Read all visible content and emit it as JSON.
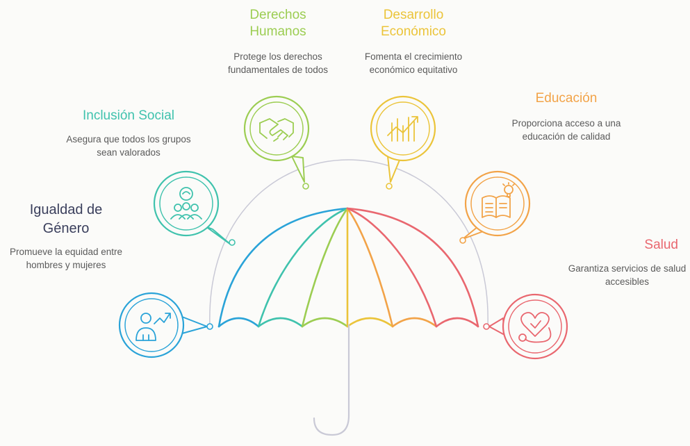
{
  "nodes": [
    {
      "id": "igualdad",
      "title": "Igualdad de Género",
      "description": "Promueve la equidad entre hombres y mujeres",
      "color": "#2aa3d8",
      "icon": "person-growth-icon"
    },
    {
      "id": "inclusion",
      "title": "Inclusión Social",
      "description": "Asegura que todos los grupos sean valorados",
      "color": "#3fc2ad",
      "icon": "community-group-icon"
    },
    {
      "id": "derechos",
      "title": "Derechos Humanos",
      "description": "Protege los derechos fundamentales de todos",
      "color": "#9ccd52",
      "icon": "handshake-icon"
    },
    {
      "id": "desarrollo",
      "title": "Desarrollo Económico",
      "description": "Fomenta el crecimiento económico equitativo",
      "color": "#ebc43a",
      "icon": "growth-chart-icon"
    },
    {
      "id": "educacion",
      "title": "Educación",
      "description": "Proporciona acceso a una educación de calidad",
      "color": "#f2a348",
      "icon": "book-lightbulb-icon"
    },
    {
      "id": "salud",
      "title": "Salud",
      "description": "Garantiza servicios de salud accesibles",
      "color": "#e9676f",
      "icon": "heart-stethoscope-icon"
    }
  ],
  "umbrella_colors": [
    "#2aa3d8",
    "#3fc2ad",
    "#9ccd52",
    "#ebc43a",
    "#f2a348",
    "#e9676f"
  ],
  "arc_color": "#c9c9d6"
}
